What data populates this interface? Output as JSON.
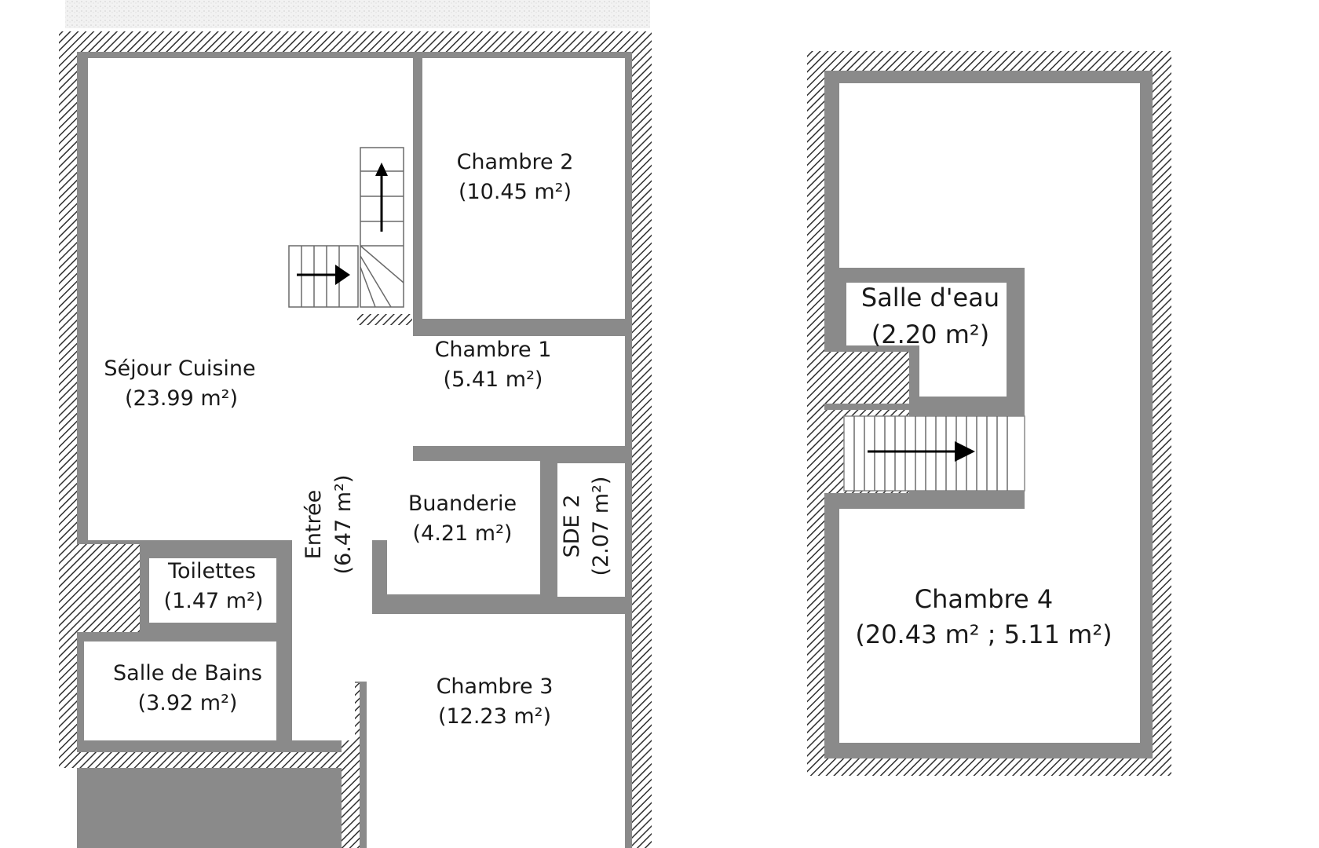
{
  "ground_floor": {
    "rooms": {
      "sejour": {
        "label": "Séjour Cuisine",
        "area": "(23.99 m²)"
      },
      "chambre2": {
        "label": "Chambre 2",
        "area": "(10.45 m²)"
      },
      "chambre1": {
        "label": "Chambre 1",
        "area": "(5.41 m²)"
      },
      "entree": {
        "label": "Entrée",
        "area": "(6.47 m²)"
      },
      "buanderie": {
        "label": "Buanderie",
        "area": "(4.21 m²)"
      },
      "sde2": {
        "label": "SDE 2",
        "area": "(2.07 m²)"
      },
      "toilettes": {
        "label": "Toilettes",
        "area": "(1.47 m²)"
      },
      "salle_bains": {
        "label": "Salle de Bains",
        "area": "(3.92 m²)"
      },
      "chambre3": {
        "label": "Chambre 3",
        "area": "(12.23 m²)"
      }
    }
  },
  "upper_floor": {
    "rooms": {
      "salle_eau": {
        "label": "Salle d'eau",
        "area": "(2.20 m²)"
      },
      "chambre4": {
        "label": "Chambre 4",
        "area": "(20.43 m² ; 5.11 m²)"
      }
    }
  },
  "colors": {
    "wall": "#8a8a8a",
    "hatch": "#3a3a3a",
    "room": "#ffffff"
  }
}
